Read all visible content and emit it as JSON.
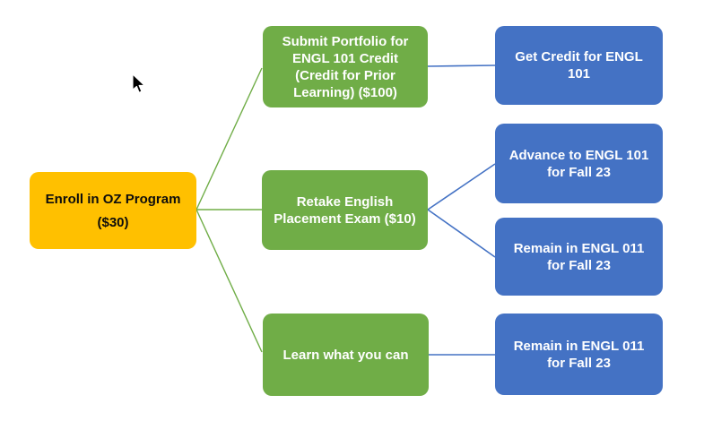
{
  "palette": {
    "background": "#FFFFFF",
    "root_fill": "#FFC000",
    "root_text": "#0D0D0D",
    "option_fill": "#70AD47",
    "outcome_fill": "#4472C4",
    "node_text": "#FFFFFF",
    "option_edge_color": "#70AD47",
    "outcome_edge_color": "#4472C4"
  },
  "diagram": {
    "type": "decision-tree",
    "root": {
      "id": "enroll",
      "label": "Enroll in OZ Program ($30)",
      "lines": [
        "Enroll in OZ Program",
        "($30)"
      ]
    },
    "options": [
      {
        "id": "portfolio",
        "label": "Submit Portfolio for ENGL 101 Credit (Credit for Prior Learning) ($100)",
        "lines": [
          "Submit Portfolio for",
          "ENGL 101 Credit",
          "(Credit for Prior",
          "Learning) ($100)"
        ]
      },
      {
        "id": "retake-exam",
        "label": "Retake English Placement Exam ($10)",
        "lines": [
          "Retake English",
          "Placement Exam ($10)"
        ]
      },
      {
        "id": "learn",
        "label": "Learn what you can",
        "lines": [
          "Learn what you can"
        ]
      }
    ],
    "outcomes": [
      {
        "id": "get-credit",
        "label": "Get Credit for ENGL 101",
        "lines": [
          "Get Credit for ENGL",
          "101"
        ]
      },
      {
        "id": "advance",
        "label": "Advance to ENGL 101 for Fall 23",
        "lines": [
          "Advance to ENGL 101",
          "for Fall 23"
        ]
      },
      {
        "id": "remain-1",
        "label": "Remain in ENGL 011 for Fall 23",
        "lines": [
          "Remain in ENGL 011",
          "for Fall 23"
        ]
      },
      {
        "id": "remain-2",
        "label": "Remain in ENGL 011 for Fall 23",
        "lines": [
          "Remain in ENGL 011",
          "for Fall 23"
        ]
      }
    ],
    "edges": [
      {
        "from": "enroll",
        "to": "portfolio",
        "color": "#70AD47"
      },
      {
        "from": "enroll",
        "to": "retake-exam",
        "color": "#70AD47"
      },
      {
        "from": "enroll",
        "to": "learn",
        "color": "#70AD47"
      },
      {
        "from": "portfolio",
        "to": "get-credit",
        "color": "#4472C4"
      },
      {
        "from": "retake-exam",
        "to": "advance",
        "color": "#4472C4"
      },
      {
        "from": "retake-exam",
        "to": "remain-1",
        "color": "#4472C4"
      },
      {
        "from": "learn",
        "to": "remain-2",
        "color": "#4472C4"
      }
    ]
  },
  "cursor": {
    "type": "arrow-pointer"
  }
}
